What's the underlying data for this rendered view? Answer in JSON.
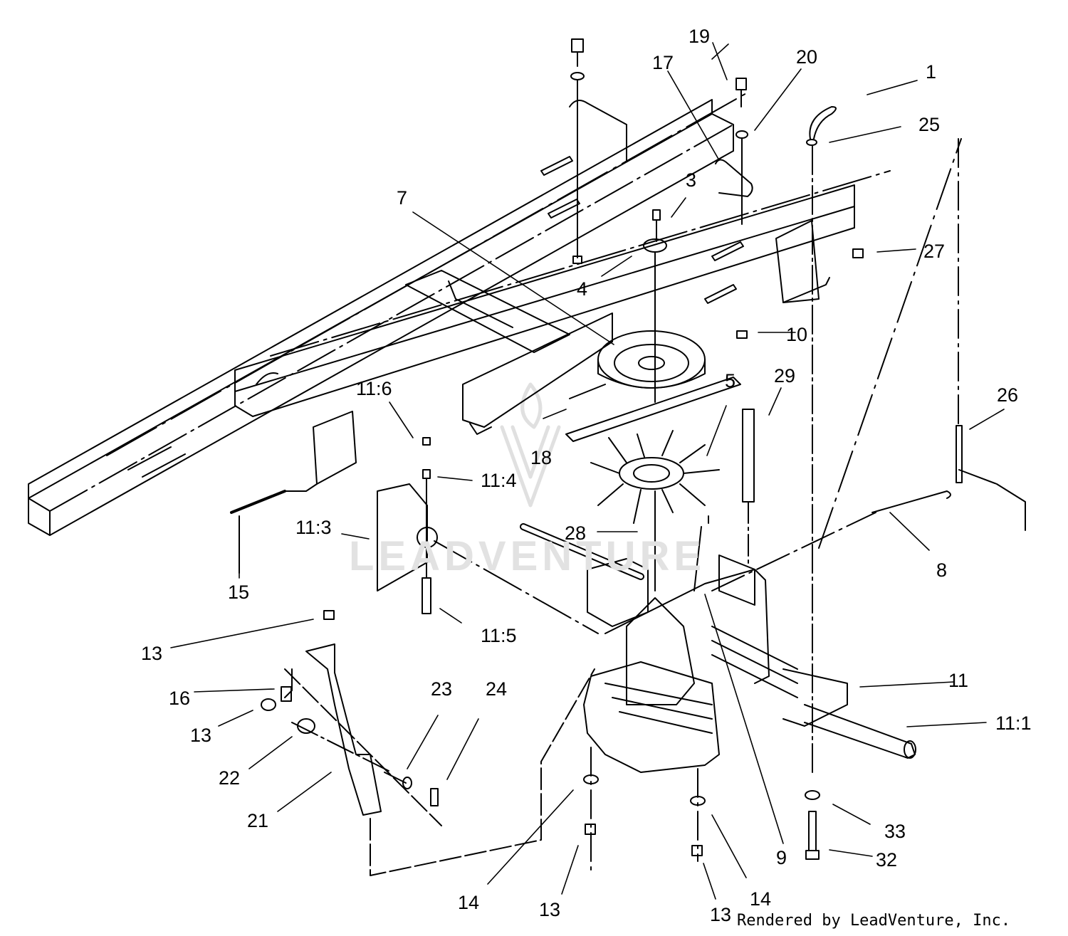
{
  "labels": {
    "l1": "1",
    "l3": "3",
    "l4": "4",
    "l5": "5",
    "l7": "7",
    "l8": "8",
    "l9": "9",
    "l10": "10",
    "l11": "11",
    "l11_1": "11:1",
    "l11_3": "11:3",
    "l11_4": "11:4",
    "l11_5": "11:5",
    "l11_6": "11:6",
    "l13a": "13",
    "l13b": "13",
    "l13c": "13",
    "l13d": "13",
    "l14a": "14",
    "l14b": "14",
    "l15": "15",
    "l16": "16",
    "l17": "17",
    "l18": "18",
    "l19": "19",
    "l20": "20",
    "l21": "21",
    "l22": "22",
    "l23": "23",
    "l24": "24",
    "l25": "25",
    "l26": "26",
    "l27": "27",
    "l28": "28",
    "l29": "29",
    "l32": "32",
    "l33": "33"
  },
  "watermark": "LEADVENTURE",
  "footer": "Rendered by LeadVenture, Inc."
}
